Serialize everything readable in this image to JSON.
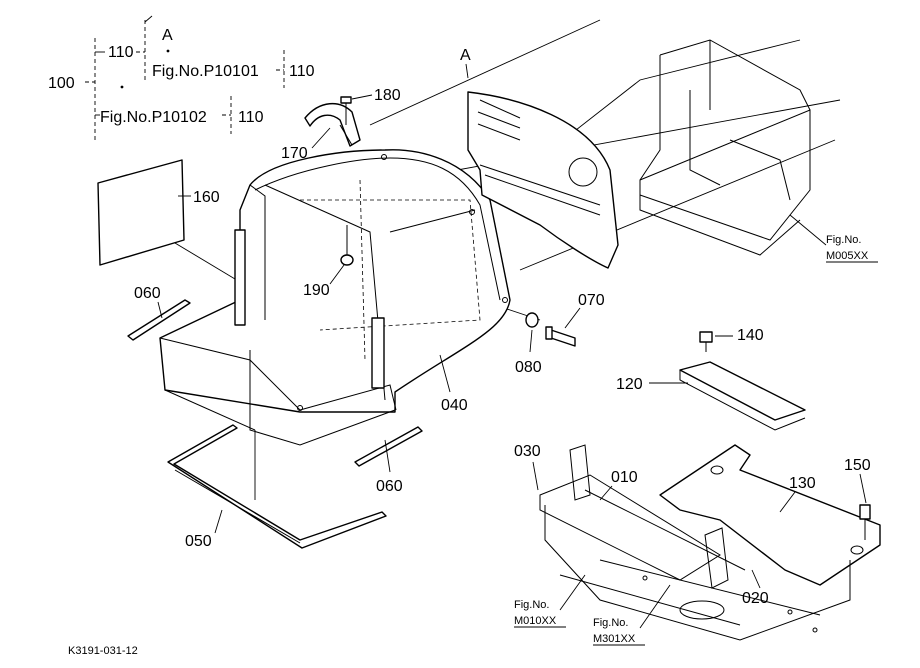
{
  "diagram": {
    "tree": {
      "root": "100",
      "branch_110a": "110",
      "ref_a": "A",
      "fig_p10101": "Fig.No.P10101",
      "branch_110b": "110",
      "fig_p10102": "Fig.No.P10102",
      "branch_110c": "110"
    },
    "parts": {
      "p010": "010",
      "p030": "030",
      "p040": "040",
      "p050": "050",
      "p060_top": "060",
      "p060_bottom": "060",
      "p070": "070",
      "p080": "080",
      "p120": "120",
      "p130": "130",
      "p140": "140",
      "p150": "150",
      "p160": "160",
      "p170": "170",
      "p180": "180",
      "p190": "190",
      "p020": "020"
    },
    "marker_a": "A",
    "figure_refs": {
      "m005_label": "Fig.No.",
      "m005_code": "M005XX",
      "m010_label": "Fig.No.",
      "m010_code": "M010XX",
      "m301_label": "Fig.No.",
      "m301_code": "M301XX"
    },
    "drawing_code": "K3191-031-12"
  }
}
